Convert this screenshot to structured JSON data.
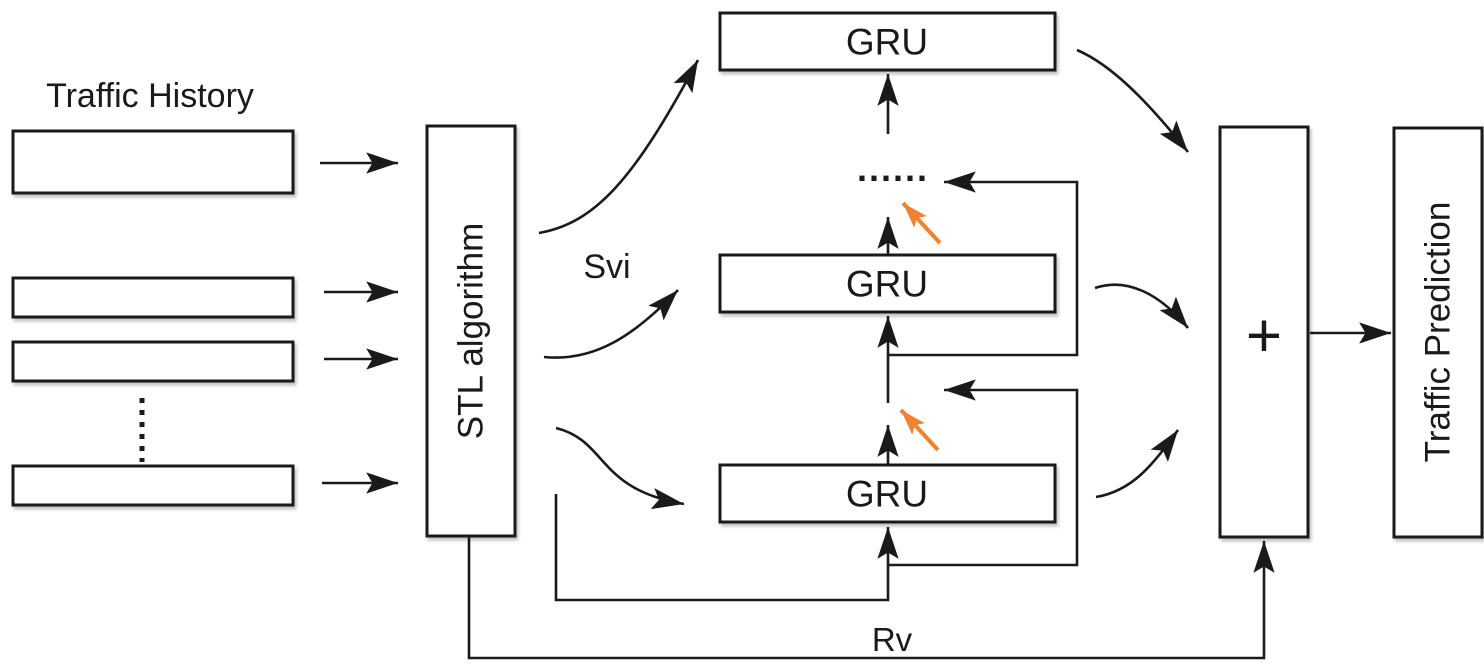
{
  "figure": {
    "traffic_history_label": "Traffic History",
    "stl_label": "STL algorithm",
    "svi_label": "Svi",
    "rv_label": "Rv",
    "gru_top_label": "GRU",
    "gru_middle_label": "GRU",
    "gru_bottom_label": "GRU",
    "ellipsis_horizontal": "......",
    "sum_label": "+",
    "prediction_label": "Traffic Prediction",
    "colors": {
      "line": "#1a1a1a",
      "accent_orange": "#ef8332",
      "box_fill": "#ffffff",
      "background": "#ffffff"
    }
  }
}
